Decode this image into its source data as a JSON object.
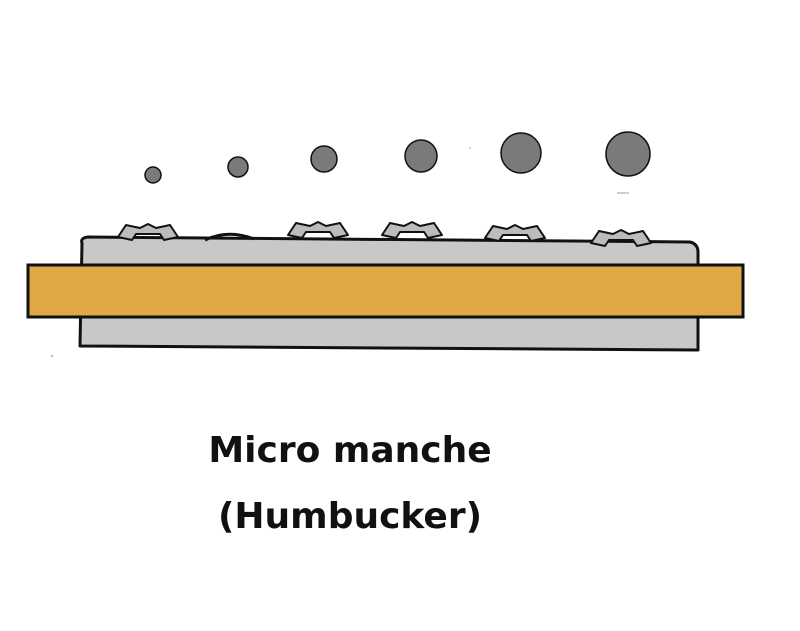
{
  "caption": {
    "line1": "Micro manche",
    "line2": "(Humbucker)"
  },
  "colors": {
    "background": "#ffffff",
    "pickup_body": "#c8c8c8",
    "neck": "#e0a946",
    "outline": "#111111",
    "string_fill": "#7a7a7a",
    "pole_screw": "#bcbcbc"
  },
  "icons": {
    "strings": "string-end-circle",
    "pole_screws": "pole-screw-head",
    "neck": "neck-wood-bar",
    "pickup": "humbucker-cover"
  },
  "string_count": 6
}
